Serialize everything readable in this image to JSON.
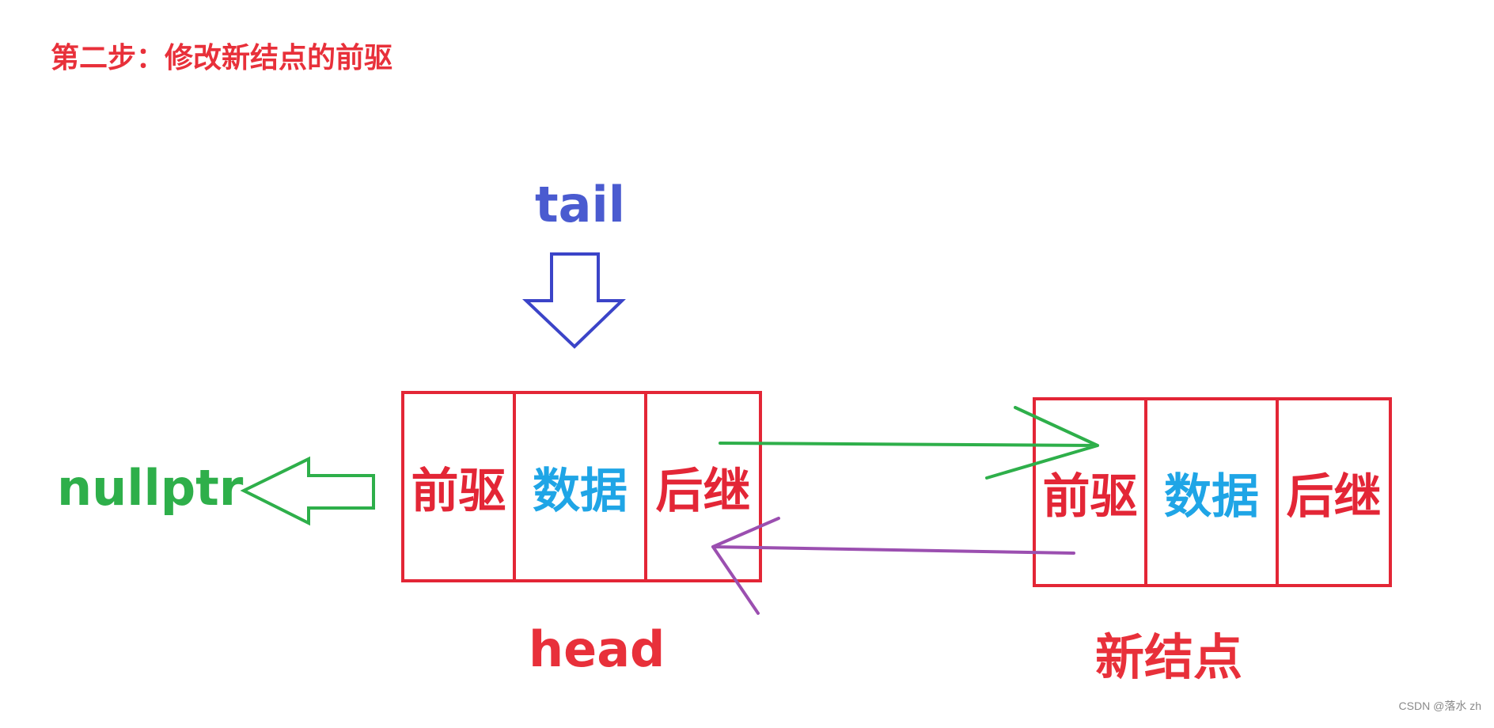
{
  "title": "第二步：修改新结点的前驱",
  "pointers": {
    "tail": "tail",
    "nullptr": "nullptr",
    "head": "head",
    "new_node": "新结点"
  },
  "head_node": {
    "cells": [
      "前驱",
      "数据",
      "后继"
    ]
  },
  "new_node": {
    "cells": [
      "前驱",
      "数据",
      "后继"
    ]
  },
  "watermark": "CSDN @落水 zh",
  "colors": {
    "title": "#e8303a",
    "tail": "#4a5bd0",
    "nullptr": "#2eaf4a",
    "node_border": "#e32636",
    "data_text": "#1fa5e6",
    "next_arrow": "#2eaf4a",
    "prev_arrow": "#9b4fb0"
  }
}
